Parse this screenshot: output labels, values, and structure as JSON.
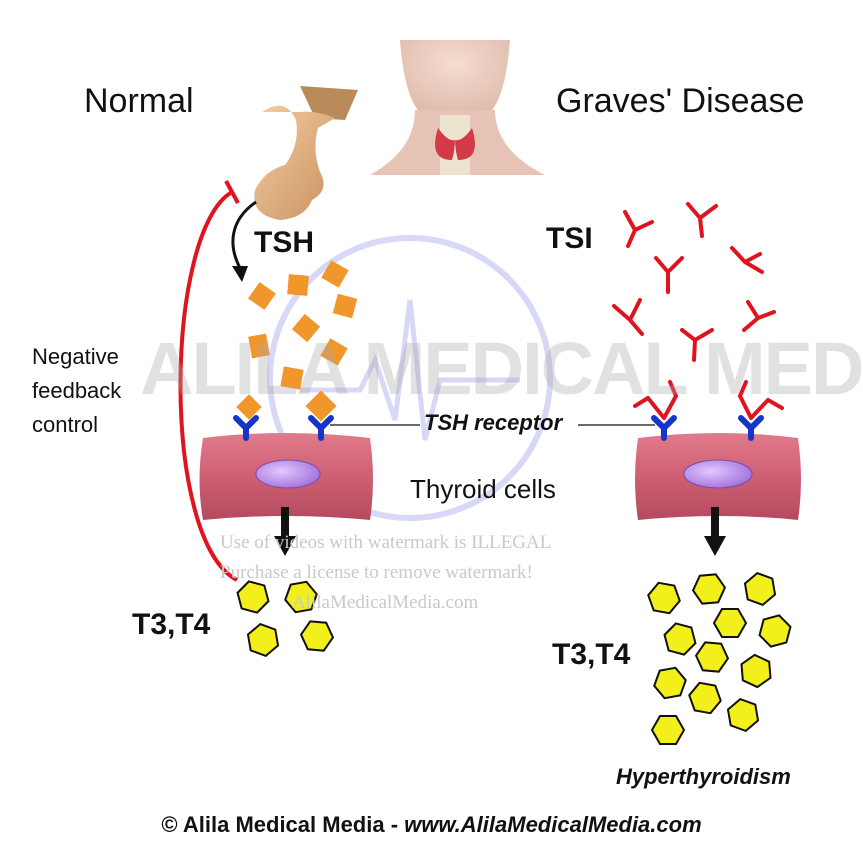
{
  "labels": {
    "normal": "Normal",
    "graves": "Graves' Disease",
    "tsh": "TSH",
    "tsi": "TSI",
    "negative_feedback": [
      "Negative",
      "feedback",
      "control"
    ],
    "tsh_receptor": "TSH receptor",
    "thyroid_cells": "Thyroid cells",
    "t3t4_left": "T3,T4",
    "t3t4_right": "T3,T4",
    "hyperthyroidism": "Hyperthyroidism"
  },
  "watermark": {
    "big": "ALILA MEDICAL MEDIA",
    "line1": "Use of videos with watermark is ILLEGAL",
    "line2": "Purchase a license to remove watermark!",
    "line3": "AlilaMedicalMedia.com"
  },
  "footer": {
    "copyright": "© Alila Medical Media - ",
    "url": "www.AlilaMedicalMedia.com"
  },
  "colors": {
    "cell": "#cf5f73",
    "nucleus": "#b98ae8",
    "hormone": "#f3ef1a",
    "tsh_square": "#f0962a",
    "antibody": "#e0141e",
    "receptor": "#1535c8",
    "feedback_arrow": "#e0141e",
    "pituitary": "#e4b384"
  },
  "icons": [
    "pituitary-gland-icon",
    "neck-thyroid-icon",
    "antibody-icon",
    "receptor-icon",
    "hexagon-hormone-icon"
  ]
}
